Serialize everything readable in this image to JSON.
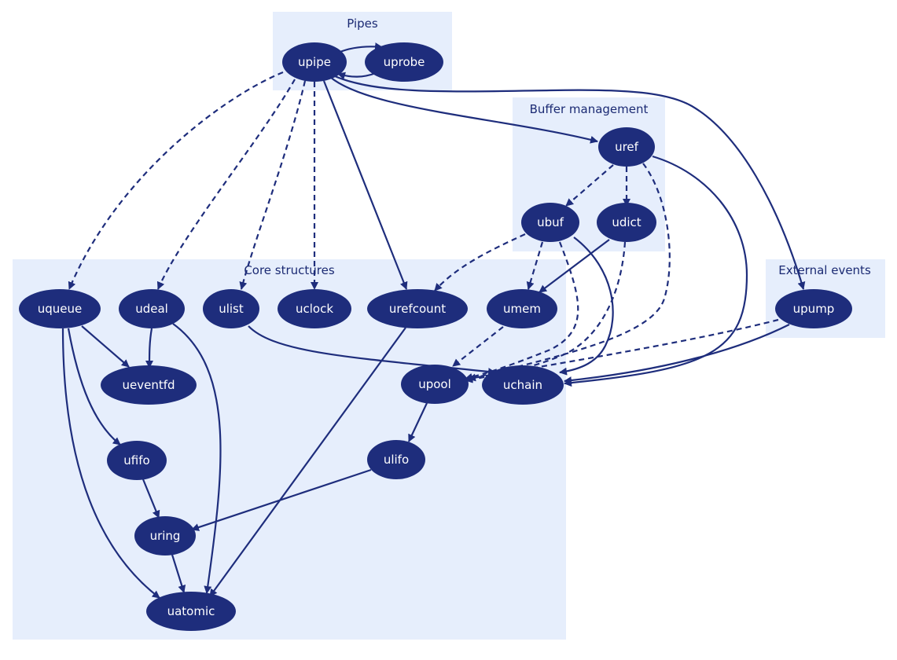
{
  "colors": {
    "cluster_fill": "#e6eefc",
    "node_fill": "#1e2d7c",
    "node_text": "#ffffff",
    "edge": "#1e2d7c",
    "cluster_text": "#1b2a73"
  },
  "clusters": [
    {
      "id": "pipes",
      "label": "Pipes"
    },
    {
      "id": "buffer",
      "label": "Buffer management"
    },
    {
      "id": "external",
      "label": "External events"
    },
    {
      "id": "core",
      "label": "Core structures"
    }
  ],
  "nodes": [
    {
      "id": "upipe",
      "label": "upipe"
    },
    {
      "id": "uprobe",
      "label": "uprobe"
    },
    {
      "id": "uref",
      "label": "uref"
    },
    {
      "id": "ubuf",
      "label": "ubuf"
    },
    {
      "id": "udict",
      "label": "udict"
    },
    {
      "id": "upump",
      "label": "upump"
    },
    {
      "id": "uqueue",
      "label": "uqueue"
    },
    {
      "id": "udeal",
      "label": "udeal"
    },
    {
      "id": "ulist",
      "label": "ulist"
    },
    {
      "id": "uclock",
      "label": "uclock"
    },
    {
      "id": "urefcount",
      "label": "urefcount"
    },
    {
      "id": "umem",
      "label": "umem"
    },
    {
      "id": "ueventfd",
      "label": "ueventfd"
    },
    {
      "id": "upool",
      "label": "upool"
    },
    {
      "id": "uchain",
      "label": "uchain"
    },
    {
      "id": "ufifo",
      "label": "ufifo"
    },
    {
      "id": "ulifo",
      "label": "ulifo"
    },
    {
      "id": "uring",
      "label": "uring"
    },
    {
      "id": "uatomic",
      "label": "uatomic"
    }
  ],
  "edges": [
    {
      "from": "upipe",
      "to": "uprobe",
      "style": "solid"
    },
    {
      "from": "uprobe",
      "to": "upipe",
      "style": "solid"
    },
    {
      "from": "upipe",
      "to": "uqueue",
      "style": "dashed"
    },
    {
      "from": "upipe",
      "to": "udeal",
      "style": "dashed"
    },
    {
      "from": "upipe",
      "to": "ulist",
      "style": "dashed"
    },
    {
      "from": "upipe",
      "to": "uclock",
      "style": "dashed"
    },
    {
      "from": "upipe",
      "to": "urefcount",
      "style": "solid"
    },
    {
      "from": "upipe",
      "to": "uref",
      "style": "solid"
    },
    {
      "from": "upipe",
      "to": "upump",
      "style": "solid"
    },
    {
      "from": "uref",
      "to": "ubuf",
      "style": "dashed"
    },
    {
      "from": "uref",
      "to": "udict",
      "style": "dashed"
    },
    {
      "from": "uref",
      "to": "upool",
      "style": "dashed"
    },
    {
      "from": "uref",
      "to": "uchain",
      "style": "solid"
    },
    {
      "from": "ubuf",
      "to": "urefcount",
      "style": "dashed"
    },
    {
      "from": "ubuf",
      "to": "umem",
      "style": "dashed"
    },
    {
      "from": "ubuf",
      "to": "upool",
      "style": "dashed"
    },
    {
      "from": "ubuf",
      "to": "uchain",
      "style": "solid"
    },
    {
      "from": "udict",
      "to": "umem",
      "style": "solid"
    },
    {
      "from": "udict",
      "to": "upool",
      "style": "dashed"
    },
    {
      "from": "upump",
      "to": "upool",
      "style": "dashed"
    },
    {
      "from": "upump",
      "to": "uchain",
      "style": "solid"
    },
    {
      "from": "uqueue",
      "to": "ueventfd",
      "style": "solid"
    },
    {
      "from": "uqueue",
      "to": "ufifo",
      "style": "solid"
    },
    {
      "from": "uqueue",
      "to": "uatomic",
      "style": "solid"
    },
    {
      "from": "udeal",
      "to": "ueventfd",
      "style": "solid"
    },
    {
      "from": "udeal",
      "to": "uatomic",
      "style": "solid"
    },
    {
      "from": "ulist",
      "to": "uchain",
      "style": "solid"
    },
    {
      "from": "urefcount",
      "to": "uatomic",
      "style": "solid"
    },
    {
      "from": "umem",
      "to": "upool",
      "style": "dashed"
    },
    {
      "from": "upool",
      "to": "ulifo",
      "style": "solid"
    },
    {
      "from": "ufifo",
      "to": "uring",
      "style": "solid"
    },
    {
      "from": "ulifo",
      "to": "uring",
      "style": "solid"
    },
    {
      "from": "uring",
      "to": "uatomic",
      "style": "solid"
    }
  ]
}
